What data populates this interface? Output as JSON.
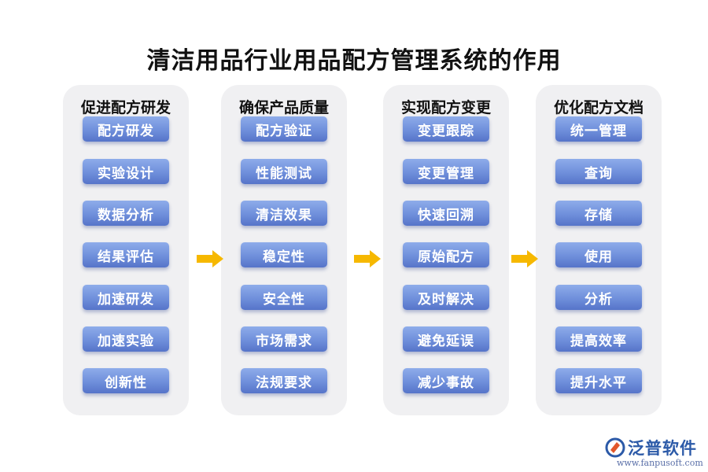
{
  "title": "清洁用品行业用品配方管理系统的作用",
  "columns": [
    {
      "heading": "促进配方研发",
      "items": [
        "配方研发",
        "实验设计",
        "数据分析",
        "结果评估",
        "加速研发",
        "加速实验",
        "创新性"
      ]
    },
    {
      "heading": "确保产品质量",
      "items": [
        "配方验证",
        "性能测试",
        "清洁效果",
        "稳定性",
        "安全性",
        "市场需求",
        "法规要求"
      ]
    },
    {
      "heading": "实现配方变更",
      "items": [
        "变更跟踪",
        "变更管理",
        "快速回溯",
        "原始配方",
        "及时解决",
        "避免延误",
        "减少事故"
      ]
    },
    {
      "heading": "优化配方文档",
      "items": [
        "统一管理",
        "查询",
        "存储",
        "使用",
        "分析",
        "提高效率",
        "提升水平"
      ]
    }
  ],
  "logo": {
    "name": "泛普软件",
    "url": "www.fanpusoft.com"
  },
  "colors": {
    "item": "#6f8fdb",
    "arrow": "#f6b800",
    "panel": "#f0f0f2"
  }
}
